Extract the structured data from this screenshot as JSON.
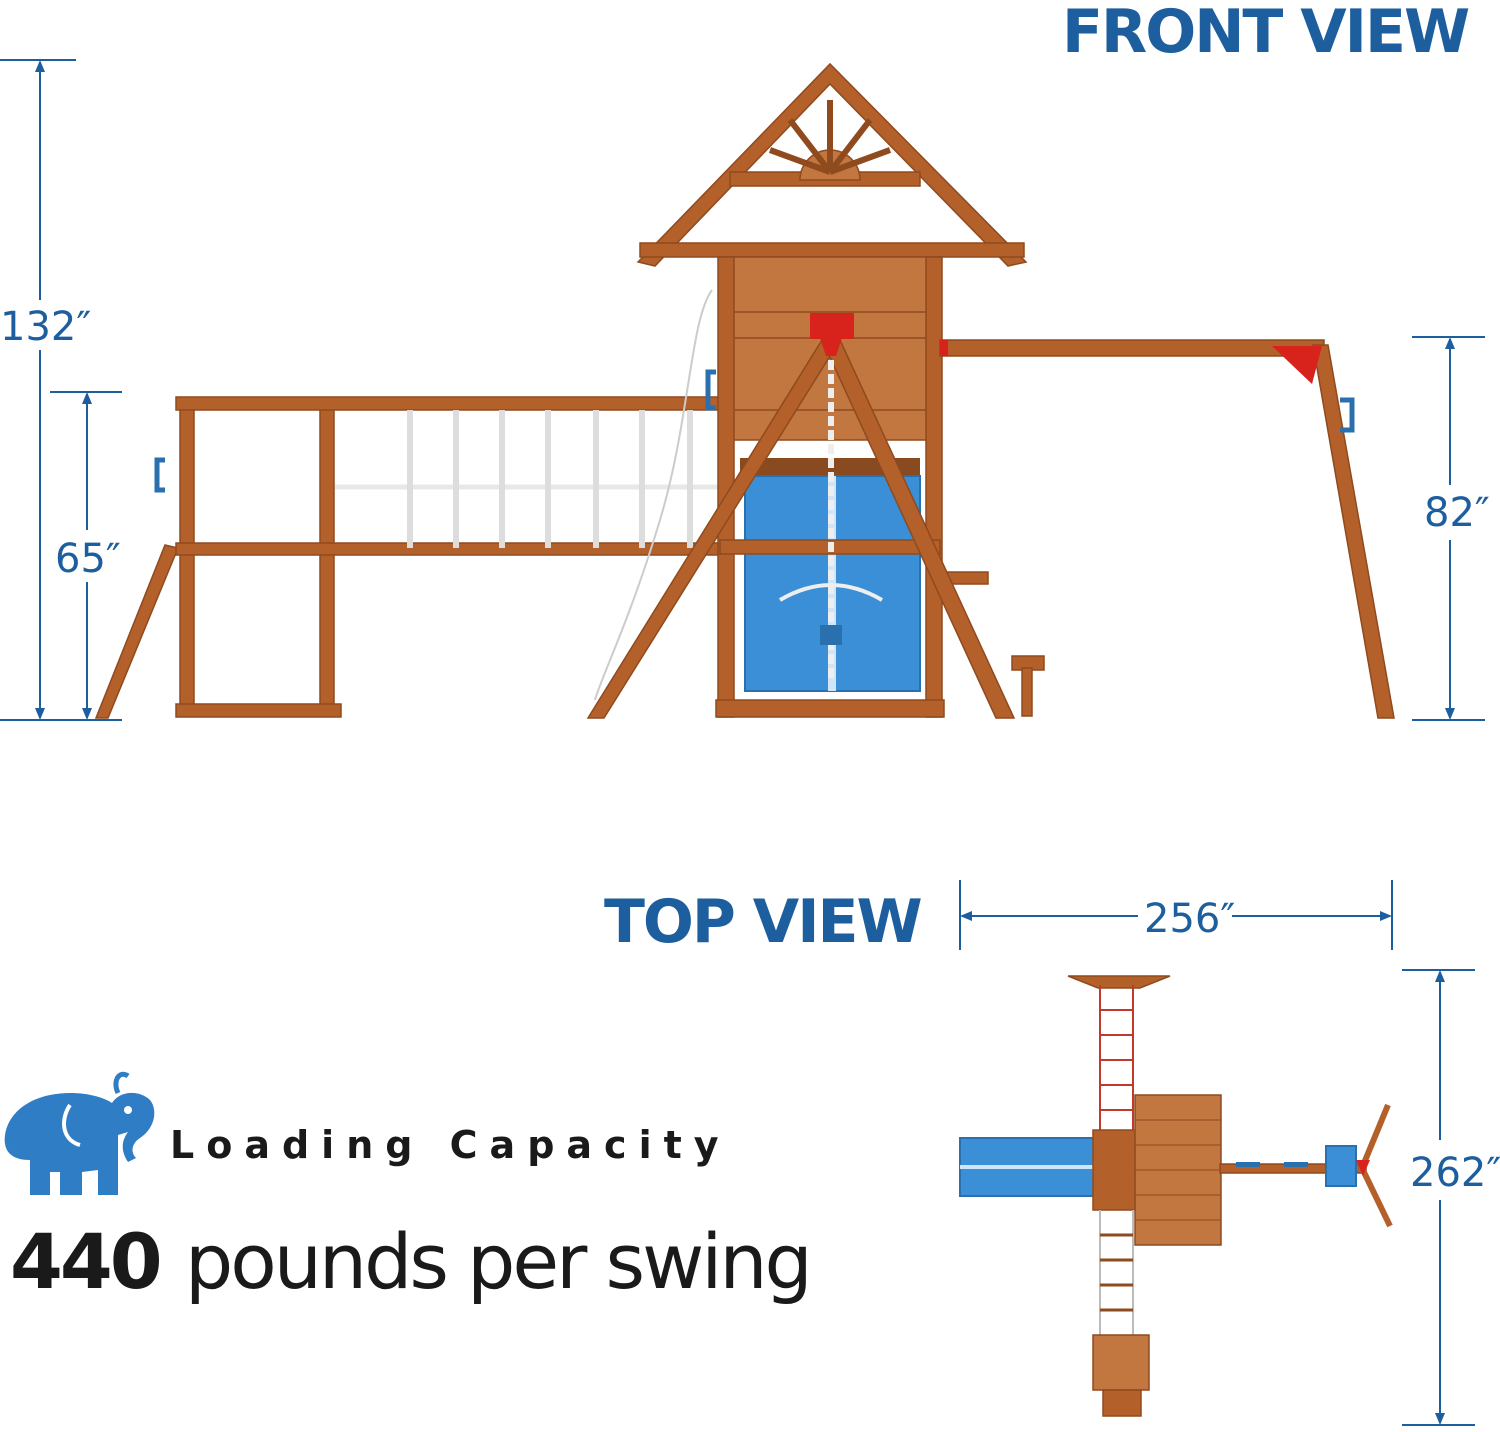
{
  "front_view": {
    "title": "FRONT VIEW",
    "dim_height_total": "132″",
    "dim_height_deck": "65″",
    "dim_height_swing": "82″"
  },
  "top_view": {
    "title": "TOP VIEW",
    "dim_width": "256″",
    "dim_depth": "262″"
  },
  "capacity": {
    "label": "Loading Capacity",
    "value": "440",
    "unit_text": "pounds per swing"
  },
  "colors": {
    "accent_blue": "#1d5e9e",
    "wood": "#b4602a",
    "slide_blue": "#3b8fd6",
    "bracket_red": "#d8231d"
  }
}
